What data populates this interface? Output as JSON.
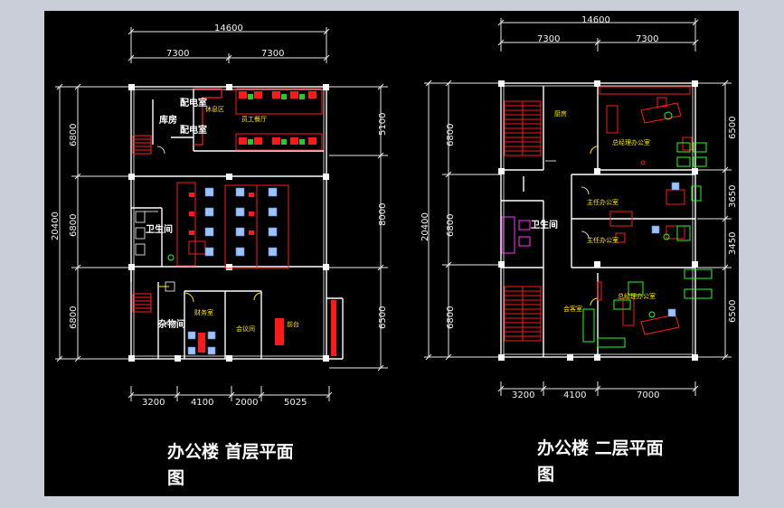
{
  "plans": {
    "first": {
      "caption_line1": "办公楼  首层平面",
      "caption_line2": "图",
      "dim_total": "14600",
      "dim_top_a": "7300",
      "dim_top_b": "7300",
      "dim_left_total": "20400",
      "dim_left_1": "6800",
      "dim_left_2": "6800",
      "dim_left_3": "6800",
      "dim_right_1": "5100",
      "dim_right_2": "8000",
      "dim_right_3": "6500",
      "dim_bottom_1": "3200",
      "dim_bottom_2": "4100",
      "dim_bottom_3": "2000",
      "dim_bottom_4": "5025",
      "room_store": "库房",
      "room_power": "配电室",
      "room_power2": "配电室",
      "room_rest": "休息区",
      "room_staff": "员工餐厅",
      "room_wc": "卫生间",
      "room_misc": "杂物间",
      "room_finance": "财务室",
      "room_meeting": "会议间",
      "room_front": "前台"
    },
    "second": {
      "caption_line1": "办公楼  二层平面",
      "caption_line2": "图",
      "dim_total": "14600",
      "dim_top_a": "7300",
      "dim_top_b": "7300",
      "dim_left_total": "20400",
      "dim_left_1": "6800",
      "dim_left_2": "6800",
      "dim_left_3": "6800",
      "dim_right_1": "6500",
      "dim_right_2": "3650",
      "dim_right_3": "3450",
      "dim_right_4": "6500",
      "dim_bottom_1": "3200",
      "dim_bottom_2": "4100",
      "dim_bottom_3": "7000",
      "room_kitchen": "厨房",
      "room_gm": "总经理办公室",
      "room_mgr1": "主任办公室",
      "room_mgr2": "主任办公室",
      "room_wc": "卫生间",
      "room_reception": "会客室",
      "room_gm2": "总经理办公室"
    }
  },
  "colors": {
    "background": "#000000",
    "frame": "#c9ced8",
    "wall": "#ffffff",
    "furniture_red": "#ff1a1a",
    "furniture_blue": "#8fb8ff",
    "furniture_green": "#22ff22",
    "door_yellow": "#ffe600",
    "dimension": "#f0f0f0",
    "magenta": "#ff33ff"
  }
}
